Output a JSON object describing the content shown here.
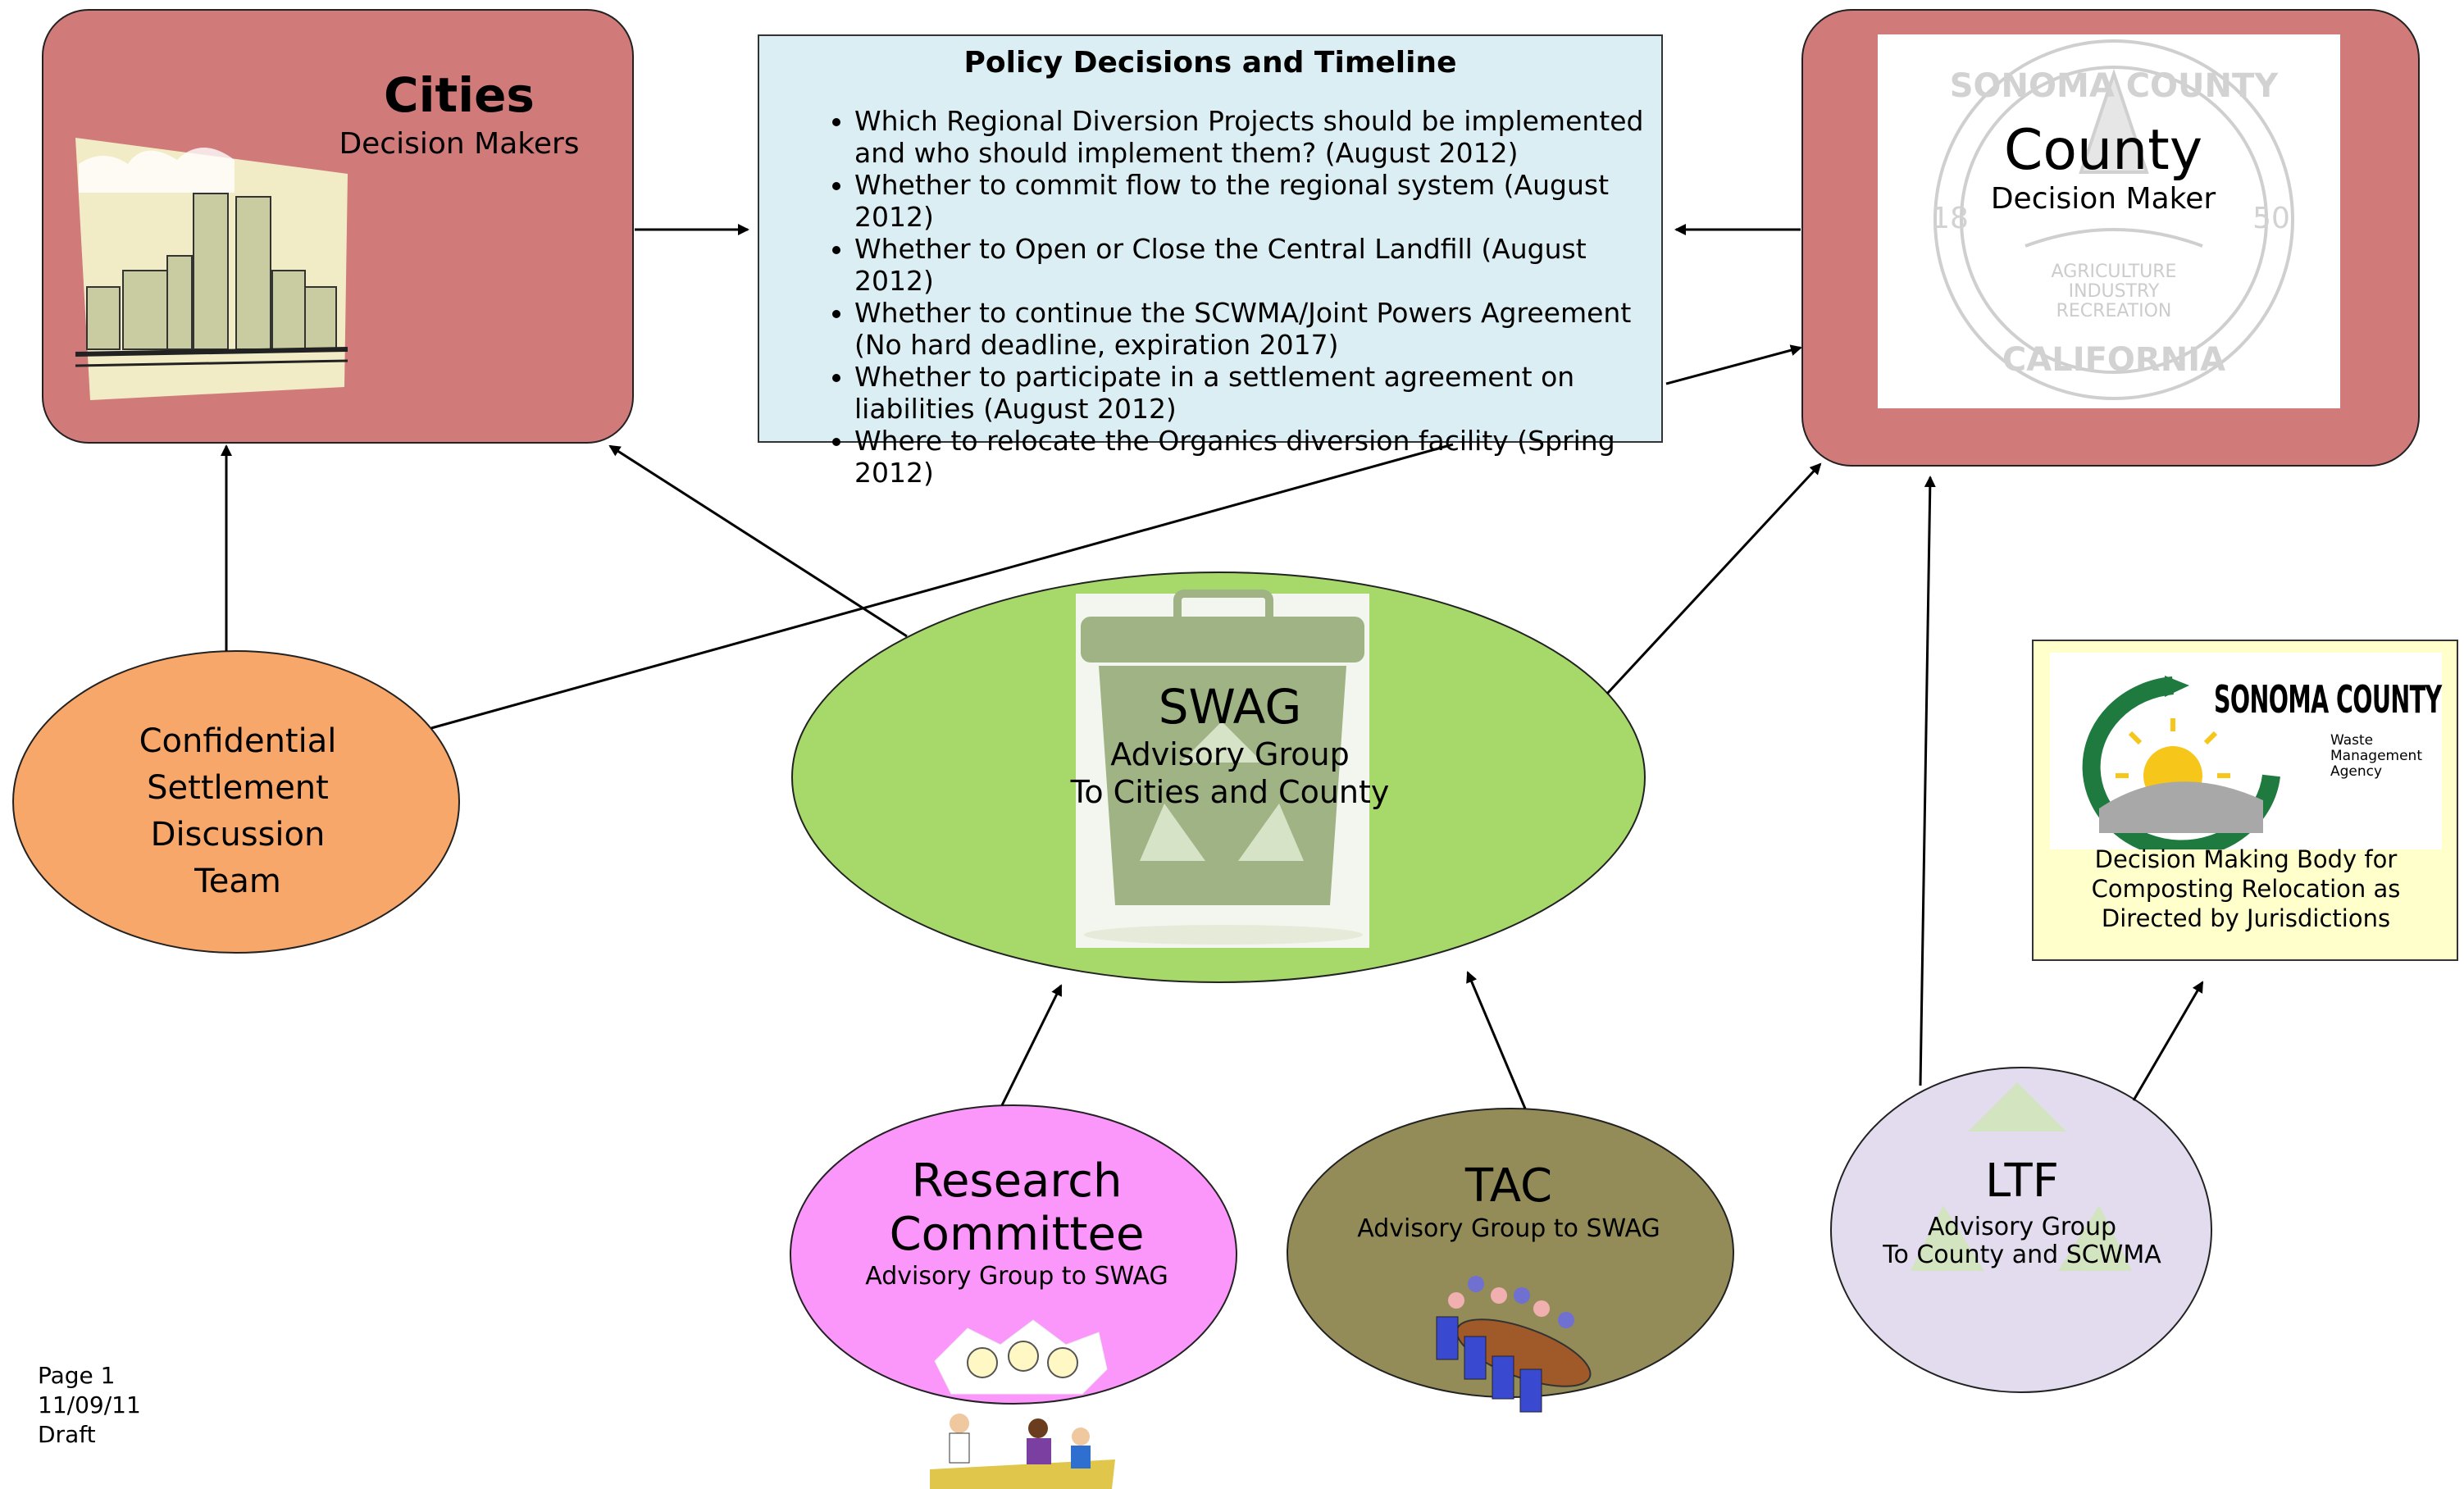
{
  "policy": {
    "title": "Policy Decisions and Timeline",
    "items": [
      "Which Regional Diversion Projects should be implemented and who should implement them? (August 2012)",
      "Whether to commit flow to the regional system (August 2012)",
      "Whether to Open or Close the Central Landfill (August 2012)",
      "Whether to continue the SCWMA/Joint Powers Agreement (No hard deadline, expiration 2017)",
      "Whether to participate in a settlement agreement on liabilities (August 2012)",
      "Where to relocate the Organics diversion facility (Spring 2012)"
    ]
  },
  "cities": {
    "title": "Cities",
    "subtitle": "Decision Makers"
  },
  "county": {
    "title": "County",
    "subtitle": "Decision Maker",
    "seal": {
      "top": "SONOMA COUNTY",
      "bottom": "CALIFORNIA",
      "left_num": "18",
      "right_num": "50",
      "lines": [
        "AGRICULTURE",
        "INDUSTRY",
        "RECREATION"
      ]
    }
  },
  "confidential": {
    "label_lines": [
      "Confidential",
      "Settlement",
      "Discussion",
      "Team"
    ]
  },
  "swag": {
    "title": "SWAG",
    "line1": "Advisory Group",
    "line2": "To Cities and County"
  },
  "research": {
    "title_line1": "Research",
    "title_line2": "Committee",
    "subtitle": "Advisory Group to SWAG"
  },
  "tac": {
    "title": "TAC",
    "subtitle": "Advisory Group to SWAG"
  },
  "ltf": {
    "title": "LTF",
    "line1": "Advisory Group",
    "line2": "To County and SCWMA"
  },
  "scwma": {
    "logo_name": "SONOMA COUNTY",
    "logo_sub": [
      "Waste",
      "Management",
      "Agency"
    ],
    "description_lines": [
      "Decision Making Body for",
      "Composting Relocation as",
      "Directed by Jurisdictions"
    ]
  },
  "footer": {
    "page": "Page 1",
    "date": "11/09/11",
    "status": "Draft"
  },
  "colors": {
    "decision_box": "#d07a7a",
    "policy_box": "#dbeef3",
    "confidential": "#f7a76a",
    "swag": "#a6d96a",
    "research": "#fb96fb",
    "tac": "#948c58",
    "ltf": "#e2dcee",
    "scwma_box": "#ffffcc"
  }
}
